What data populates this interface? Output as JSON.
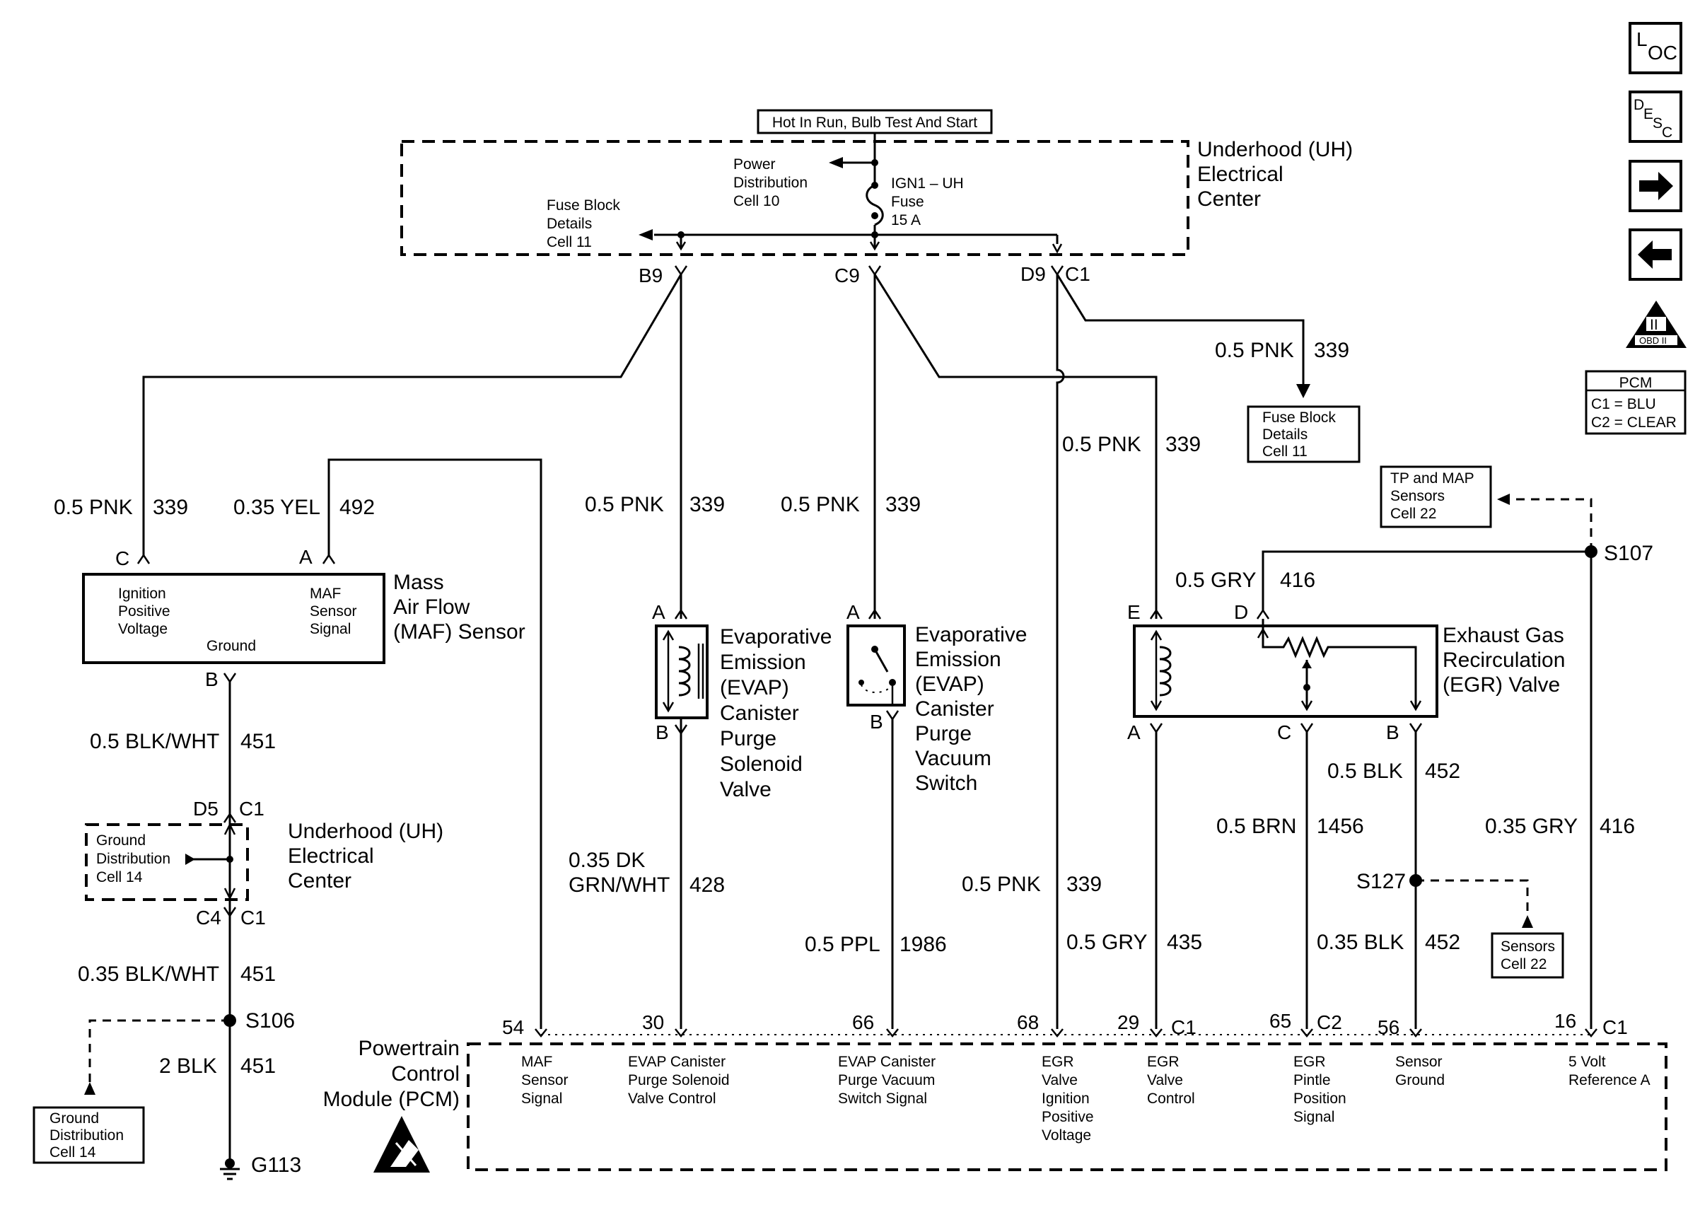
{
  "nav": {
    "loc_main": "L",
    "loc_sub": "OC",
    "desc_main": "D",
    "desc_sub1": "E",
    "desc_sub2": "S",
    "desc_sub3": "C",
    "next_arrow": "arrow-right-icon",
    "prev_arrow": "arrow-left-icon",
    "obd_label": "OBD II",
    "obd_numeral": "II"
  },
  "legend": {
    "title": "PCM",
    "line1": "C1 = BLU",
    "line2": "C2 = CLEAR"
  },
  "hot_in_run": "Hot In Run, Bulb Test And Start",
  "uh_center": {
    "line1": "Underhood (UH)",
    "line2": "Electrical",
    "line3": "Center"
  },
  "power_dist": {
    "line1": "Power",
    "line2": "Distribution",
    "line3": "Cell 10"
  },
  "fuse": {
    "line1": "IGN1 – UH",
    "line2": "Fuse",
    "line3": "15 A"
  },
  "fuse_block_top": {
    "line1": "Fuse Block",
    "line2": "Details",
    "line3": "Cell 11"
  },
  "fuse_block_right": {
    "line1": "Fuse Block",
    "line2": "Details",
    "line3": "Cell 11"
  },
  "tp_map": {
    "line1": "TP and MAP",
    "line2": "Sensors",
    "line3": "Cell 22"
  },
  "sensors22": {
    "line1": "Sensors",
    "line2": "Cell 22"
  },
  "ground14_box": {
    "line1": "Ground",
    "line2": "Distribution",
    "line3": "Cell 14"
  },
  "ground_dist_uh": {
    "line1": "Ground",
    "line2": "Distribution",
    "line3": "Cell 14"
  },
  "uh_center2": {
    "line1": "Underhood (UH)",
    "line2": "Electrical",
    "line3": "Center"
  },
  "connectors": {
    "b9": "B9",
    "c9": "C9",
    "d9": "D9",
    "c1": "C1",
    "d5": "D5",
    "d5c1": "C1",
    "c4": "C4",
    "c4c1": "C1"
  },
  "splices": {
    "s106": "S106",
    "s107": "S107",
    "s127": "S127",
    "g113": "G113"
  },
  "maf": {
    "title1": "Mass",
    "title2": "Air Flow",
    "title3": "(MAF) Sensor",
    "pin_c": "C",
    "pin_a": "A",
    "pin_b": "B",
    "ign1": "Ignition",
    "ign2": "Positive",
    "ign3": "Voltage",
    "sig1": "MAF",
    "sig2": "Sensor",
    "sig3": "Signal",
    "ground": "Ground"
  },
  "evap_sol": {
    "title1": "Evaporative",
    "title2": "Emission",
    "title3": "(EVAP)",
    "title4": "Canister",
    "title5": "Purge",
    "title6": "Solenoid",
    "title7": "Valve",
    "pin_a": "A",
    "pin_b": "B"
  },
  "evap_sw": {
    "title1": "Evaporative",
    "title2": "Emission",
    "title3": "(EVAP)",
    "title4": "Canister",
    "title5": "Purge",
    "title6": "Vacuum",
    "title7": "Switch",
    "pin_a": "A",
    "pin_b": "B"
  },
  "egr": {
    "title1": "Exhaust Gas",
    "title2": "Recirculation",
    "title3": "(EGR) Valve",
    "pin_e": "E",
    "pin_d": "D",
    "pin_a": "A",
    "pin_c": "C",
    "pin_b": "B"
  },
  "wires": {
    "w1": {
      "size": "0.5 PNK",
      "circuit": "339"
    },
    "w2": {
      "size": "0.35 YEL",
      "circuit": "492"
    },
    "w3": {
      "size": "0.5 PNK",
      "circuit": "339"
    },
    "w4": {
      "size": "0.5 PNK",
      "circuit": "339"
    },
    "w5": {
      "size": "0.5 PNK",
      "circuit": "339"
    },
    "w6": {
      "size": "0.5 PNK",
      "circuit": "339"
    },
    "w7": {
      "size": "0.5 GRY",
      "circuit": "416"
    },
    "w8": {
      "size": "0.5 BLK/WHT",
      "circuit": "451"
    },
    "w9a": "0.35 DK",
    "w9b": "GRN/WHT",
    "w9c": "428",
    "w10": {
      "size": "0.5 PPL",
      "circuit": "1986"
    },
    "w11": {
      "size": "0.5 PNK",
      "circuit": "339"
    },
    "w12": {
      "size": "0.5 GRY",
      "circuit": "435"
    },
    "w13": {
      "size": "0.5 BRN",
      "circuit": "1456"
    },
    "w14": {
      "size": "0.5 BLK",
      "circuit": "452"
    },
    "w15": {
      "size": "0.35 BLK",
      "circuit": "452"
    },
    "w16": {
      "size": "0.35 GRY",
      "circuit": "416"
    },
    "w17": {
      "size": "0.35 BLK/WHT",
      "circuit": "451"
    },
    "w18": {
      "size": "2 BLK",
      "circuit": "451"
    }
  },
  "pcm": {
    "title1": "Powertrain",
    "title2": "Control",
    "title3": "Module (PCM)",
    "p54": "54",
    "p30": "30",
    "p66": "66",
    "p68": "68",
    "p29": "29",
    "p29c": "C1",
    "p65": "65",
    "p65c": "C2",
    "p56": "56",
    "p16": "16",
    "p16c": "C1",
    "f1a": "MAF",
    "f1b": "Sensor",
    "f1c": "Signal",
    "f2a": "EVAP Canister",
    "f2b": "Purge Solenoid",
    "f2c": "Valve Control",
    "f3a": "EVAP Canister",
    "f3b": "Purge Vacuum",
    "f3c": "Switch Signal",
    "f4a": "EGR",
    "f4b": "Valve",
    "f4c": "Ignition",
    "f4d": "Positive",
    "f4e": "Voltage",
    "f5a": "EGR",
    "f5b": "Valve",
    "f5c": "Control",
    "f6a": "EGR",
    "f6b": "Pintle",
    "f6c": "Position",
    "f6d": "Signal",
    "f7a": "Sensor",
    "f7b": "Ground",
    "f8a": "5 Volt",
    "f8b": "Reference A",
    "esd_icon": "esd-warning-icon"
  }
}
